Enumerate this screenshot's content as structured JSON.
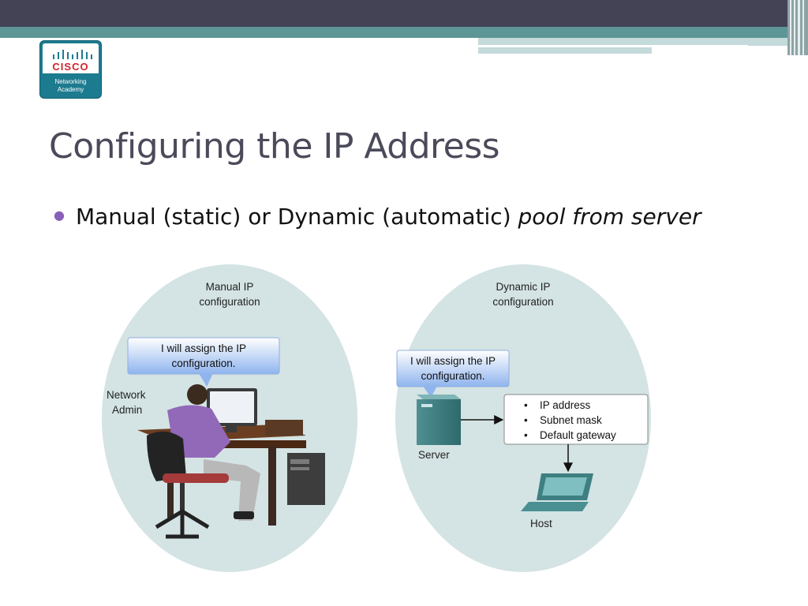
{
  "slide": {
    "title": "Configuring the IP Address",
    "bullet": {
      "text": "Manual (static) or Dynamic (automatic)",
      "italic": "pool from server"
    }
  },
  "logo": {
    "brand": "CISCO",
    "line1": "Networking",
    "line2": "Academy"
  },
  "manual": {
    "title_line1": "Manual IP",
    "title_line2": "configuration",
    "bubble_line1": "I will assign the IP",
    "bubble_line2": "configuration.",
    "admin_line1": "Network",
    "admin_line2": "Admin"
  },
  "dynamic": {
    "title_line1": "Dynamic IP",
    "title_line2": "configuration",
    "bubble_line1": "I will assign the IP",
    "bubble_line2": "configuration.",
    "server_label": "Server",
    "host_label": "Host",
    "items": [
      "IP address",
      "Subnet mask",
      "Default gateway"
    ]
  },
  "colors": {
    "header_dark": "#434355",
    "header_teal": "#5e9596",
    "ellipse": "#d4e3e3",
    "bubble": "#a9c6f2",
    "bullet": "#8a5fb8"
  }
}
